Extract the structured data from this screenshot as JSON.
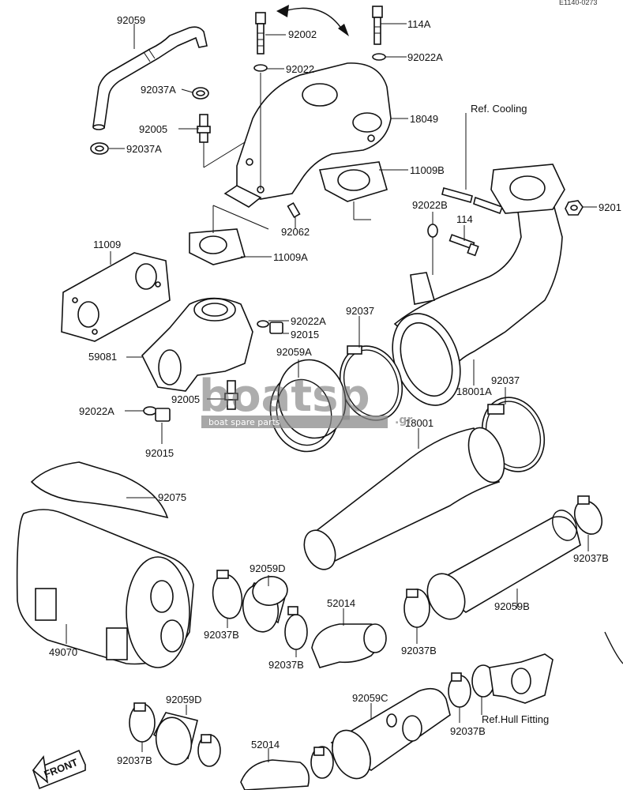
{
  "diagram": {
    "code": "E1140-0273",
    "watermark": {
      "brand": "boatsp",
      "tld": ".gr",
      "tagline": "boat spare parts"
    },
    "front_label": "FRONT",
    "labels": [
      {
        "id": "92059_top",
        "text": "92059"
      },
      {
        "id": "92002",
        "text": "92002"
      },
      {
        "id": "114A",
        "text": "114A"
      },
      {
        "id": "92022A_top",
        "text": "92022A"
      },
      {
        "id": "92022_top",
        "text": "92022"
      },
      {
        "id": "92037A_1",
        "text": "92037A"
      },
      {
        "id": "18049",
        "text": "18049"
      },
      {
        "id": "ref_cooling",
        "text": "Ref. Cooling"
      },
      {
        "id": "92005_top",
        "text": "92005"
      },
      {
        "id": "92037A_2",
        "text": "92037A"
      },
      {
        "id": "11009B",
        "text": "11009B"
      },
      {
        "id": "9201x",
        "text": "9201"
      },
      {
        "id": "92022B",
        "text": "92022B"
      },
      {
        "id": "114",
        "text": "114"
      },
      {
        "id": "92062",
        "text": "92062"
      },
      {
        "id": "11009",
        "text": "11009"
      },
      {
        "id": "11009A",
        "text": "11009A"
      },
      {
        "id": "92037_a",
        "text": "92037"
      },
      {
        "id": "92022A_mid",
        "text": "92022A"
      },
      {
        "id": "92015_mid",
        "text": "92015"
      },
      {
        "id": "92059A",
        "text": "92059A"
      },
      {
        "id": "59081",
        "text": "59081"
      },
      {
        "id": "18001A",
        "text": "18001A"
      },
      {
        "id": "92037_b",
        "text": "92037"
      },
      {
        "id": "92005_mid",
        "text": "92005"
      },
      {
        "id": "92022A_low",
        "text": "92022A"
      },
      {
        "id": "18001",
        "text": "18001"
      },
      {
        "id": "92015_low",
        "text": "92015"
      },
      {
        "id": "92075",
        "text": "92075"
      },
      {
        "id": "92059D_1",
        "text": "92059D"
      },
      {
        "id": "92037B_r",
        "text": "92037B"
      },
      {
        "id": "52014_1",
        "text": "52014"
      },
      {
        "id": "92059B",
        "text": "92059B"
      },
      {
        "id": "92037B_1",
        "text": "92037B"
      },
      {
        "id": "92037B_2",
        "text": "92037B"
      },
      {
        "id": "92037B_3",
        "text": "92037B"
      },
      {
        "id": "49070",
        "text": "49070"
      },
      {
        "id": "92059D_2",
        "text": "92059D"
      },
      {
        "id": "92059C",
        "text": "92059C"
      },
      {
        "id": "ref_hull",
        "text": "Ref.Hull Fitting"
      },
      {
        "id": "92037B_4",
        "text": "92037B"
      },
      {
        "id": "92037B_5",
        "text": "92037B"
      },
      {
        "id": "52014_2",
        "text": "52014"
      }
    ]
  }
}
